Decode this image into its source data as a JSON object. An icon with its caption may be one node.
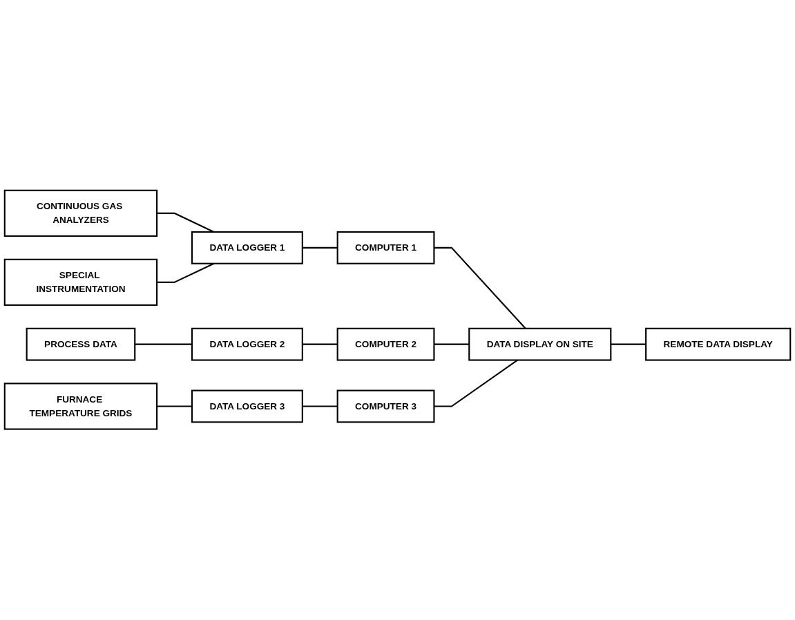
{
  "diagram": {
    "nodes": [
      {
        "text": [
          "CONTINUOUS GAS ANALYZERS"
        ]
      },
      {
        "text": [
          "SPECIAL INSTRUMENTATION"
        ]
      },
      {
        "text": [
          "DATA LOGGER 1"
        ]
      },
      {
        "text": [
          "COMPUTER 1"
        ]
      },
      {
        "text": [
          "PROCESS DATA"
        ]
      },
      {
        "text": [
          "DATA LOGGER 2"
        ]
      },
      {
        "text": [
          "COMPUTER 2"
        ]
      },
      {
        "text": [
          "FURNACE TEMPERATURE GRIDS"
        ]
      },
      {
        "text": [
          "DATA LOGGER 3"
        ]
      },
      {
        "text": [
          "COMPUTER 3"
        ]
      },
      {
        "text": [
          "DATA DISPLAY ON SITE"
        ]
      },
      {
        "text": [
          "REMOTE DATA DISPLAY"
        ]
      }
    ],
    "edges": [
      {
        "from": 0,
        "to": 2,
        "arrow": "none"
      },
      {
        "from": 1,
        "to": 2,
        "arrow": "none"
      },
      {
        "from": 2,
        "to": 3,
        "arrow": "none"
      },
      {
        "from": 4,
        "to": 5,
        "arrow": "none"
      },
      {
        "from": 5,
        "to": 6,
        "arrow": "none"
      },
      {
        "from": 7,
        "to": 8,
        "arrow": "none"
      },
      {
        "from": 8,
        "to": 9,
        "arrow": "none"
      },
      {
        "from": 3,
        "to": 10,
        "arrow": "none"
      },
      {
        "from": 6,
        "to": 10,
        "arrow": "none"
      },
      {
        "from": 9,
        "to": 10,
        "arrow": "none"
      },
      {
        "from": 10,
        "to": 11,
        "arrow": "none"
      }
    ]
  }
}
